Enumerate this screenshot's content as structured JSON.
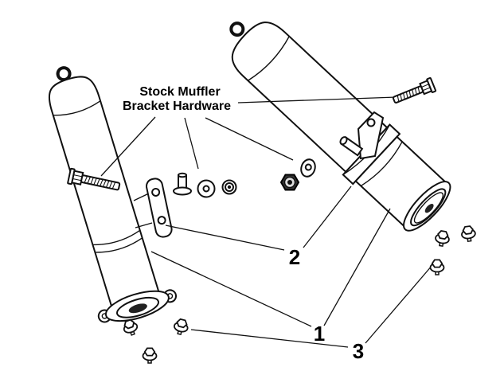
{
  "diagram": {
    "title": {
      "line1": "Stock Muffler",
      "line2": "Bracket Hardware"
    },
    "callouts": {
      "c1": "1",
      "c2": "2",
      "c3": "3"
    },
    "parts": {
      "left_muffler": "stock-muffler",
      "right_muffler": "stock-muffler",
      "left_bracket": "muffler-bracket",
      "right_bracket": "muffler-bracket",
      "long_bolt_left": "hex-flange-bolt-long",
      "long_bolt_top_right": "hex-flange-bolt-long",
      "grommet": "grommet-spacer",
      "flat_washer": "flat-washer",
      "small_flange_nut": "flange-nut",
      "dark_hex_nut": "hex-flange-nut",
      "tilted_washer": "flat-washer",
      "small_bolts": "hex-flange-bolt-short"
    },
    "colors": {
      "line": "#111111",
      "fill": "#ffffff",
      "dark_nut_fill": "#333333",
      "background": "#ffffff"
    }
  }
}
